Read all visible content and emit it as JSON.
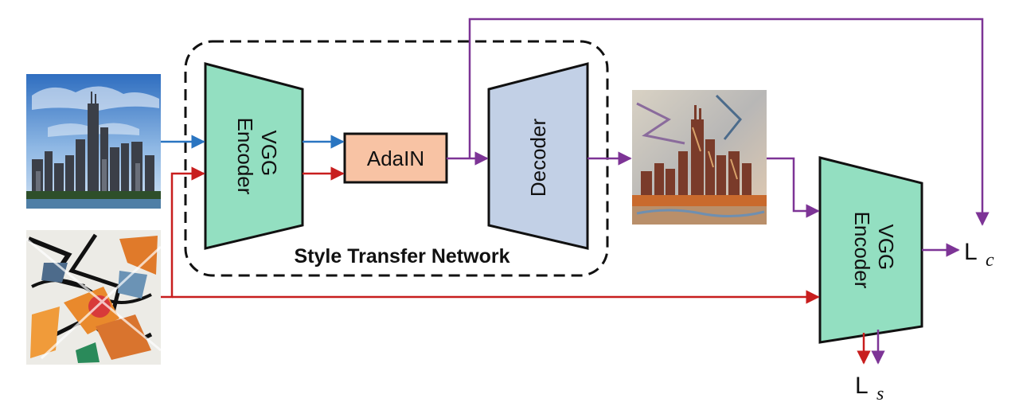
{
  "figure": {
    "network_label": "Style Transfer Network",
    "modules": {
      "encoder_left": "VGG Encoder",
      "adain": "AdaIN",
      "decoder": "Decoder",
      "encoder_right": "VGG Encoder"
    },
    "encoder_lines": [
      "VGG",
      "Encoder"
    ],
    "losses": {
      "content": {
        "main": "L",
        "sub": "c"
      },
      "style": {
        "main": "L",
        "sub": "s"
      }
    },
    "images": {
      "content": "city-skyline-photo",
      "style": "abstract-painting",
      "output": "stylized-city-output"
    }
  },
  "colors": {
    "encoder_fill": "#93dfc1",
    "adain_fill": "#f8c3a4",
    "decoder_fill": "#c2d0e6",
    "content_arrow": "#2a75c1",
    "style_arrow": "#c81e1e",
    "output_arrow": "#7d3496",
    "outline": "#111111"
  }
}
